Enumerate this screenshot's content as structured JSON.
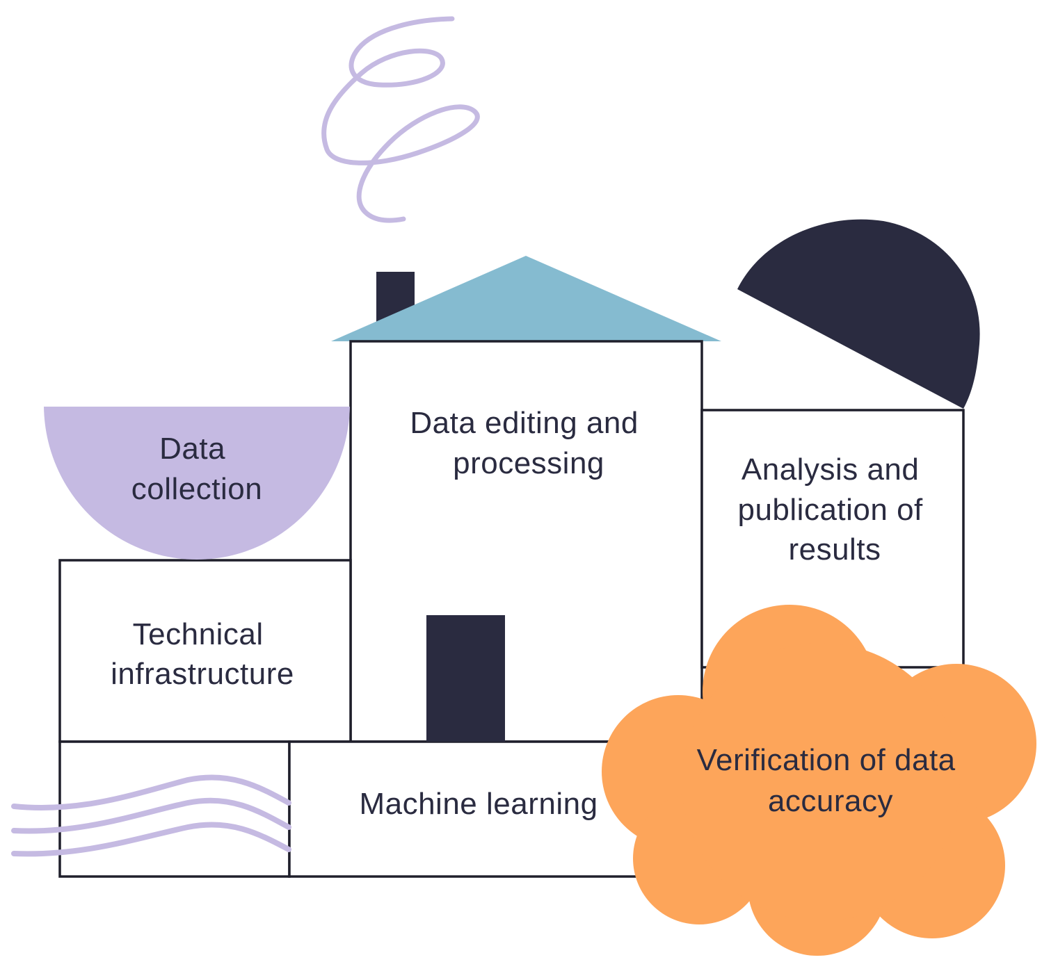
{
  "blocks": {
    "data_collection": {
      "line1": "Data",
      "line2": "collection"
    },
    "data_editing": {
      "line1": "Data editing and",
      "line2": "processing"
    },
    "analysis": {
      "line1": "Analysis and",
      "line2": "publication of",
      "line3": "results"
    },
    "technical": {
      "line1": "Technical",
      "line2": "infrastructure"
    },
    "machine_learning": {
      "line1": "Machine learning"
    },
    "verification": {
      "line1": "Verification of data",
      "line2": "accuracy"
    }
  },
  "colors": {
    "ink": "#2a2b40",
    "lavender": "#c5bae2",
    "roof_blue": "#85bbd0",
    "orange": "#fda55a",
    "navy": "#2a2b40"
  }
}
